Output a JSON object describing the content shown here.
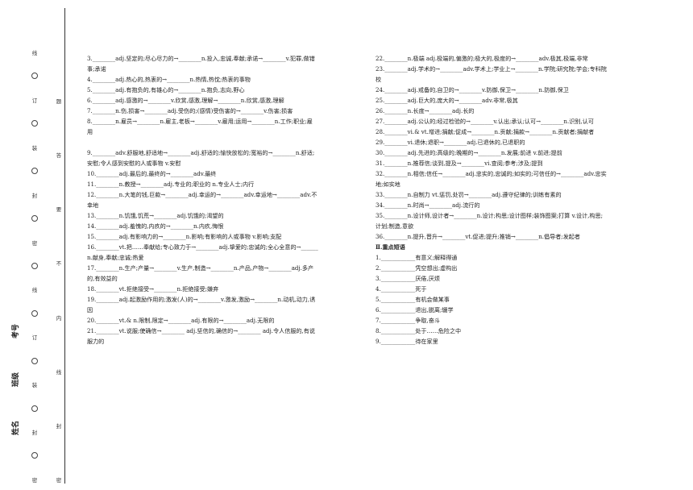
{
  "binding": {
    "seal_text": [
      "线",
      "订",
      "装",
      "封",
      "密",
      "线",
      "订",
      "装",
      "封",
      "密"
    ],
    "inner_text": [
      "题",
      "答",
      "要",
      "不",
      "内",
      "线",
      "封",
      "密"
    ],
    "class_label": "班级",
    "id_label": "考号",
    "name_label": "姓名"
  },
  "left_lines": [
    "3.________adj.坚定的;尽心尽力的→________n.投入,忠诚,奉献;承诺→________v.犯罪,做错",
    "事;承诺",
    "4.________adj.热心的,热衷的→________n.热情,热忱;热衷的事物",
    "5.________adj.有抱负的,有雄心的→________n.抱负,志向,野心",
    "6.________adj.感激的→________v.欣赏,感激,理解→________n.欣赏,感激,理解",
    "7.________n.伤,损害→________adj.受伤的;(感情)受伤害的→________v.伤害;损害",
    "8.________n.雇员→________n.雇主,老板→________v.雇用;运用→________n.工作;职业;雇",
    "用",
    "",
    "9.________adv.舒服地,舒适地→________adj.舒适的;愉快放松的;宽裕的→________n.舒适;",
    "安慰;令人感到安慰的人或事物 v.安慰",
    "10.________adj.最后的,最终的→________adv.最终",
    "11.________n.教授→________adj.专业的;职业的 n.专业人士;内行",
    "12.________n.大笔的钱,巨款→________adj.幸运的→________adv.幸运地→________adv.不",
    "幸地",
    "13.________n.饥饿,饥荒→________adj.饥饿的;渴望的",
    "14.________adj.羞愧的,内疚的→________n.内疚,悔恨",
    "15.________adj.有影响力的→________n.影响;有影响的人或事物 v.影响;支配",
    "16.________vt.把……奉献给;专心致力于→________adj.挚爱的;忠诚的;全心全意的→______",
    "n.献身,奉献;忠诚;热爱",
    "17.________n.生产;产量→________v.生产,制造→________n.产品,产物→________adj.多产",
    "的,有效益的",
    "18.________vt.拒绝接受→________n.拒绝接受;嫌弃",
    "19.________adj.起激励作用的;激发(人)的→________v.激发,激励→________n.动机,动力,诱",
    "因",
    "20.________vt.& n.限制,限定→________adj.有限的→________adj.无限的",
    "21.________vt.说服;使确信→________ adj.坚信的,确信的→________ adj.令人信服的,有说",
    "服力的"
  ],
  "right_lines": [
    "22.________n.极端  adj.极端的,偏激的;极大的,极度的→________adv.极其,极端,非常",
    "23.________adj.学术的→________adv.学术上;学业上→________n.学院;研究院;学会;专科院",
    "校",
    "24.________adj.戒备的,自卫的→________v.防御,保卫→________n.防御,保卫",
    "25.________adj.巨大的,庞大的→________adv.非常,极其",
    "26.________n.长度→________adj.长的",
    "27.________adj.公认的;经过检验的→________v.认出;承认;认可→________n.识别,认可",
    "28.________vi.& vt.增进;捐献;促成→________n.贡献;捐款→________n.贡献者;捐献者",
    "29.________vi.退休;退职→________adj.已退休的,已退职的",
    "30.________adj.先进的;高级的;晚期的→________n.发展;前进 v.前进;提前",
    "31.________n.推荐信;谈到,提及→________vi.查阅;参考;涉及;提到",
    "32.________n.相信;信任→________adj.忠实的,忠诚的;如实的;可信任的→________adv.忠实",
    "地;如实地",
    "33.________n.自制力 vt.惩罚,处罚→________adj.遵守纪律的;训练有素的",
    "34.________n.时尚→________adj.流行的",
    "35.________n.设计师,设计者→________n.设计;构思;设计图样;装饰图案;打算 v.设计,构思;",
    "计划;制造,意欲",
    "36.________n.提升,晋升→________vt.促进;提升;推销→________n.倡导者;发起者"
  ],
  "phrase_section": {
    "title": "Ⅱ.重点短语",
    "items": [
      "1.____________有意义;解释得通",
      "2.____________凭空想出;虚构出",
      "3.____________厌倦,厌烦",
      "4.____________死于",
      "5.____________有机会做某事",
      "6.____________退出,脱离;辍学",
      "7.____________争取,奋斗",
      "8.____________处于……危险之中",
      "9.____________待在家里"
    ]
  }
}
